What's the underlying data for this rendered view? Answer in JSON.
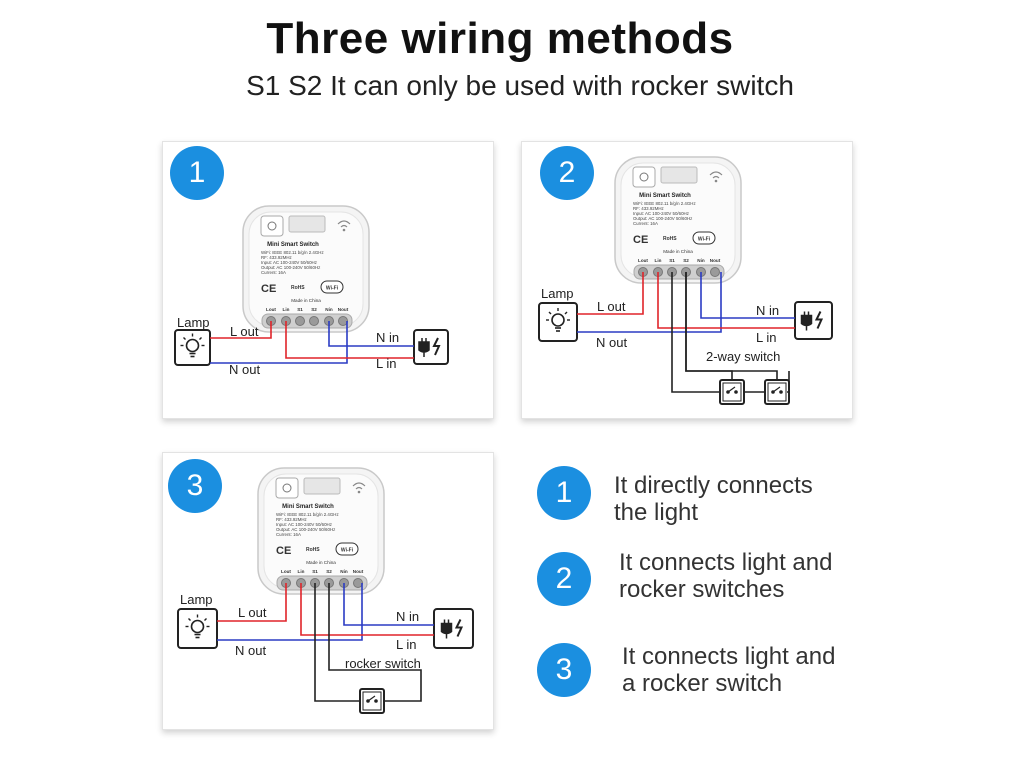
{
  "title": "Three  wiring methods",
  "subtitle": "S1 S2 It can only  be used with rocker switch",
  "device": {
    "name": "Mini Smart Switch",
    "spec1": "WiFi: IEEE 802.11 b/g/n  2.4GHz",
    "spec2": "RF: 433.92MHz",
    "spec3": "Input:  AC 100-240V  50/60Hz",
    "spec4": "Output: AC 100-240V  50/60Hz",
    "spec5": "Current:  16A",
    "ce": "CE",
    "rohs": "RoHS",
    "wifi_badge": "Wi-Fi",
    "made_in": "Made in China",
    "terminals": [
      "Lout",
      "Lin",
      "S1",
      "S2",
      "Nin",
      "Nout"
    ]
  },
  "panels": [
    {
      "number": "1",
      "lamp_label": "Lamp",
      "l_out": "L out",
      "n_out": "N out",
      "n_in": "N in",
      "l_in": "L in"
    },
    {
      "number": "2",
      "lamp_label": "Lamp",
      "l_out": "L out",
      "n_out": "N out",
      "n_in": "N in",
      "l_in": "L in",
      "switch_label": "2-way switch"
    },
    {
      "number": "3",
      "lamp_label": "Lamp",
      "l_out": "L out",
      "n_out": "N out",
      "n_in": "N in",
      "l_in": "L in",
      "switch_label": "rocker switch"
    }
  ],
  "legend": [
    {
      "number": "1",
      "line1": "It directly connects",
      "line2": "the light"
    },
    {
      "number": "2",
      "line1": "It connects light and",
      "line2": "rocker switches"
    },
    {
      "number": "3",
      "line1": "It connects light and",
      "line2": "a rocker switch"
    }
  ],
  "colors": {
    "accent": "#1b8fe0",
    "live_wire": "#e0242a",
    "neutral_wire": "#2b3cc4",
    "switch_wire": "#222222"
  }
}
